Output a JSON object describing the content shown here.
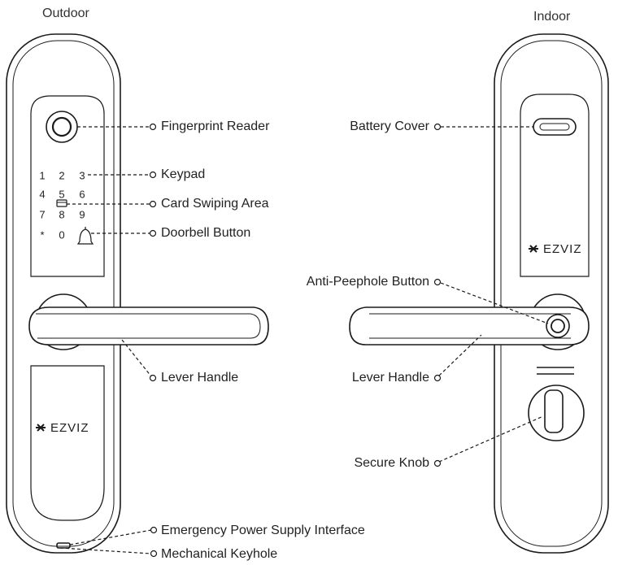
{
  "views": {
    "outdoor": {
      "title": "Outdoor"
    },
    "indoor": {
      "title": "Indoor"
    }
  },
  "brand": {
    "name": "EZVIZ"
  },
  "keypad": {
    "keys": [
      "1",
      "2",
      "3",
      "4",
      "5",
      "6",
      "7",
      "8",
      "9",
      "*",
      "0"
    ]
  },
  "callouts": {
    "outdoor": [
      "Fingerprint Reader",
      "Keypad",
      "Card Swiping Area",
      "Doorbell Button",
      "Lever Handle",
      "Emergency Power Supply Interface",
      "Mechanical Keyhole"
    ],
    "indoor": [
      "Battery Cover",
      "Anti-Peephole Button",
      "Lever Handle",
      "Secure Knob"
    ]
  },
  "icons": {
    "card": "card-icon",
    "doorbell": "bell-icon",
    "logo": "ezviz-logo-icon"
  },
  "colors": {
    "line": "#1a1a1a",
    "background": "#ffffff"
  }
}
